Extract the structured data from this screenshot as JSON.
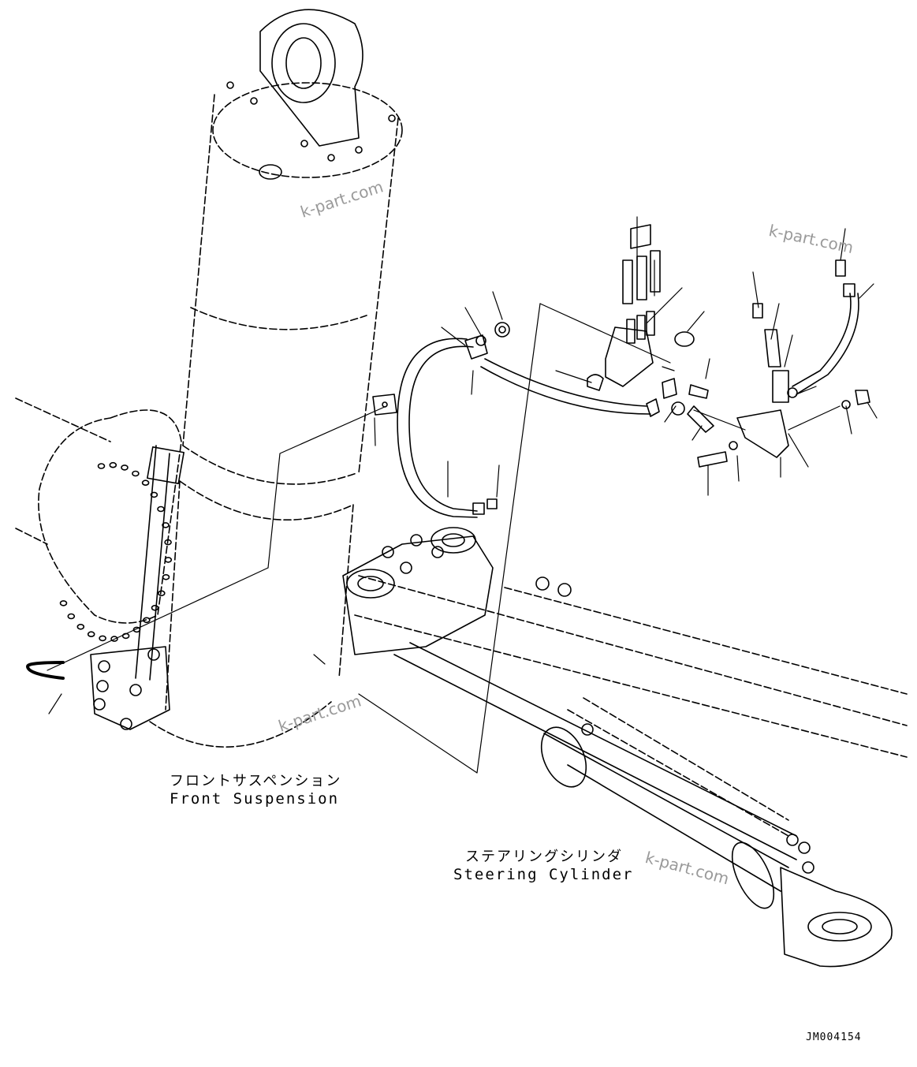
{
  "labels": {
    "front_suspension_jp": "フロントサスペンション",
    "front_suspension_en": "Front Suspension",
    "steering_cylinder_jp": "ステアリングシリンダ",
    "steering_cylinder_en": "Steering Cylinder",
    "drawing_number": "JM004154"
  },
  "watermarks": [
    "k-part.com",
    "k-part.com",
    "k-part.com",
    "k-part.com"
  ],
  "colors": {
    "line": "#000000",
    "watermark": "#9a9a9a",
    "background": "#ffffff"
  }
}
